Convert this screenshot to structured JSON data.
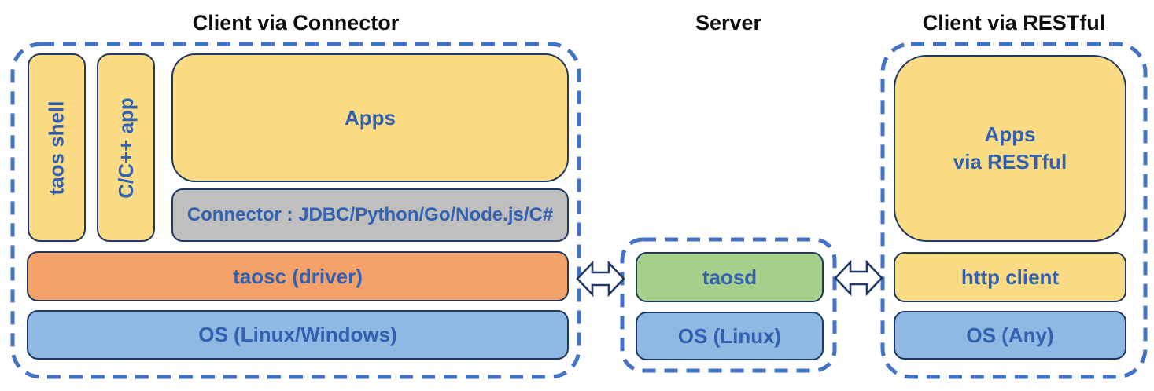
{
  "titles": {
    "left": "Client via Connector",
    "middle": "Server",
    "right": "Client via RESTful"
  },
  "left_group": {
    "taos_shell": "taos shell",
    "cpp_app": "C/C++ app",
    "apps": "Apps",
    "connector": "Connector : JDBC/Python/Go/Node.js/C#",
    "taosc": "taosc (driver)",
    "os": "OS (Linux/Windows)"
  },
  "server_group": {
    "taosd": "taosd",
    "os": "OS (Linux)"
  },
  "rest_group": {
    "apps_line1": "Apps",
    "apps_line2": "via RESTful",
    "http_client": "http client",
    "os": "OS (Any)"
  },
  "icons": {
    "left_arrow": "double-arrow-icon",
    "right_arrow": "double-arrow-icon"
  },
  "colors": {
    "dashed_border": "#4472C4",
    "box_outline": "#1F3864",
    "label_blue": "#3161B0",
    "yellow": "#FBDC84",
    "orange": "#F4A269",
    "light_blue": "#8FB8E2",
    "green": "#A8D08D",
    "gray": "#BFBFBF",
    "title_black": "#0d0d0d"
  }
}
